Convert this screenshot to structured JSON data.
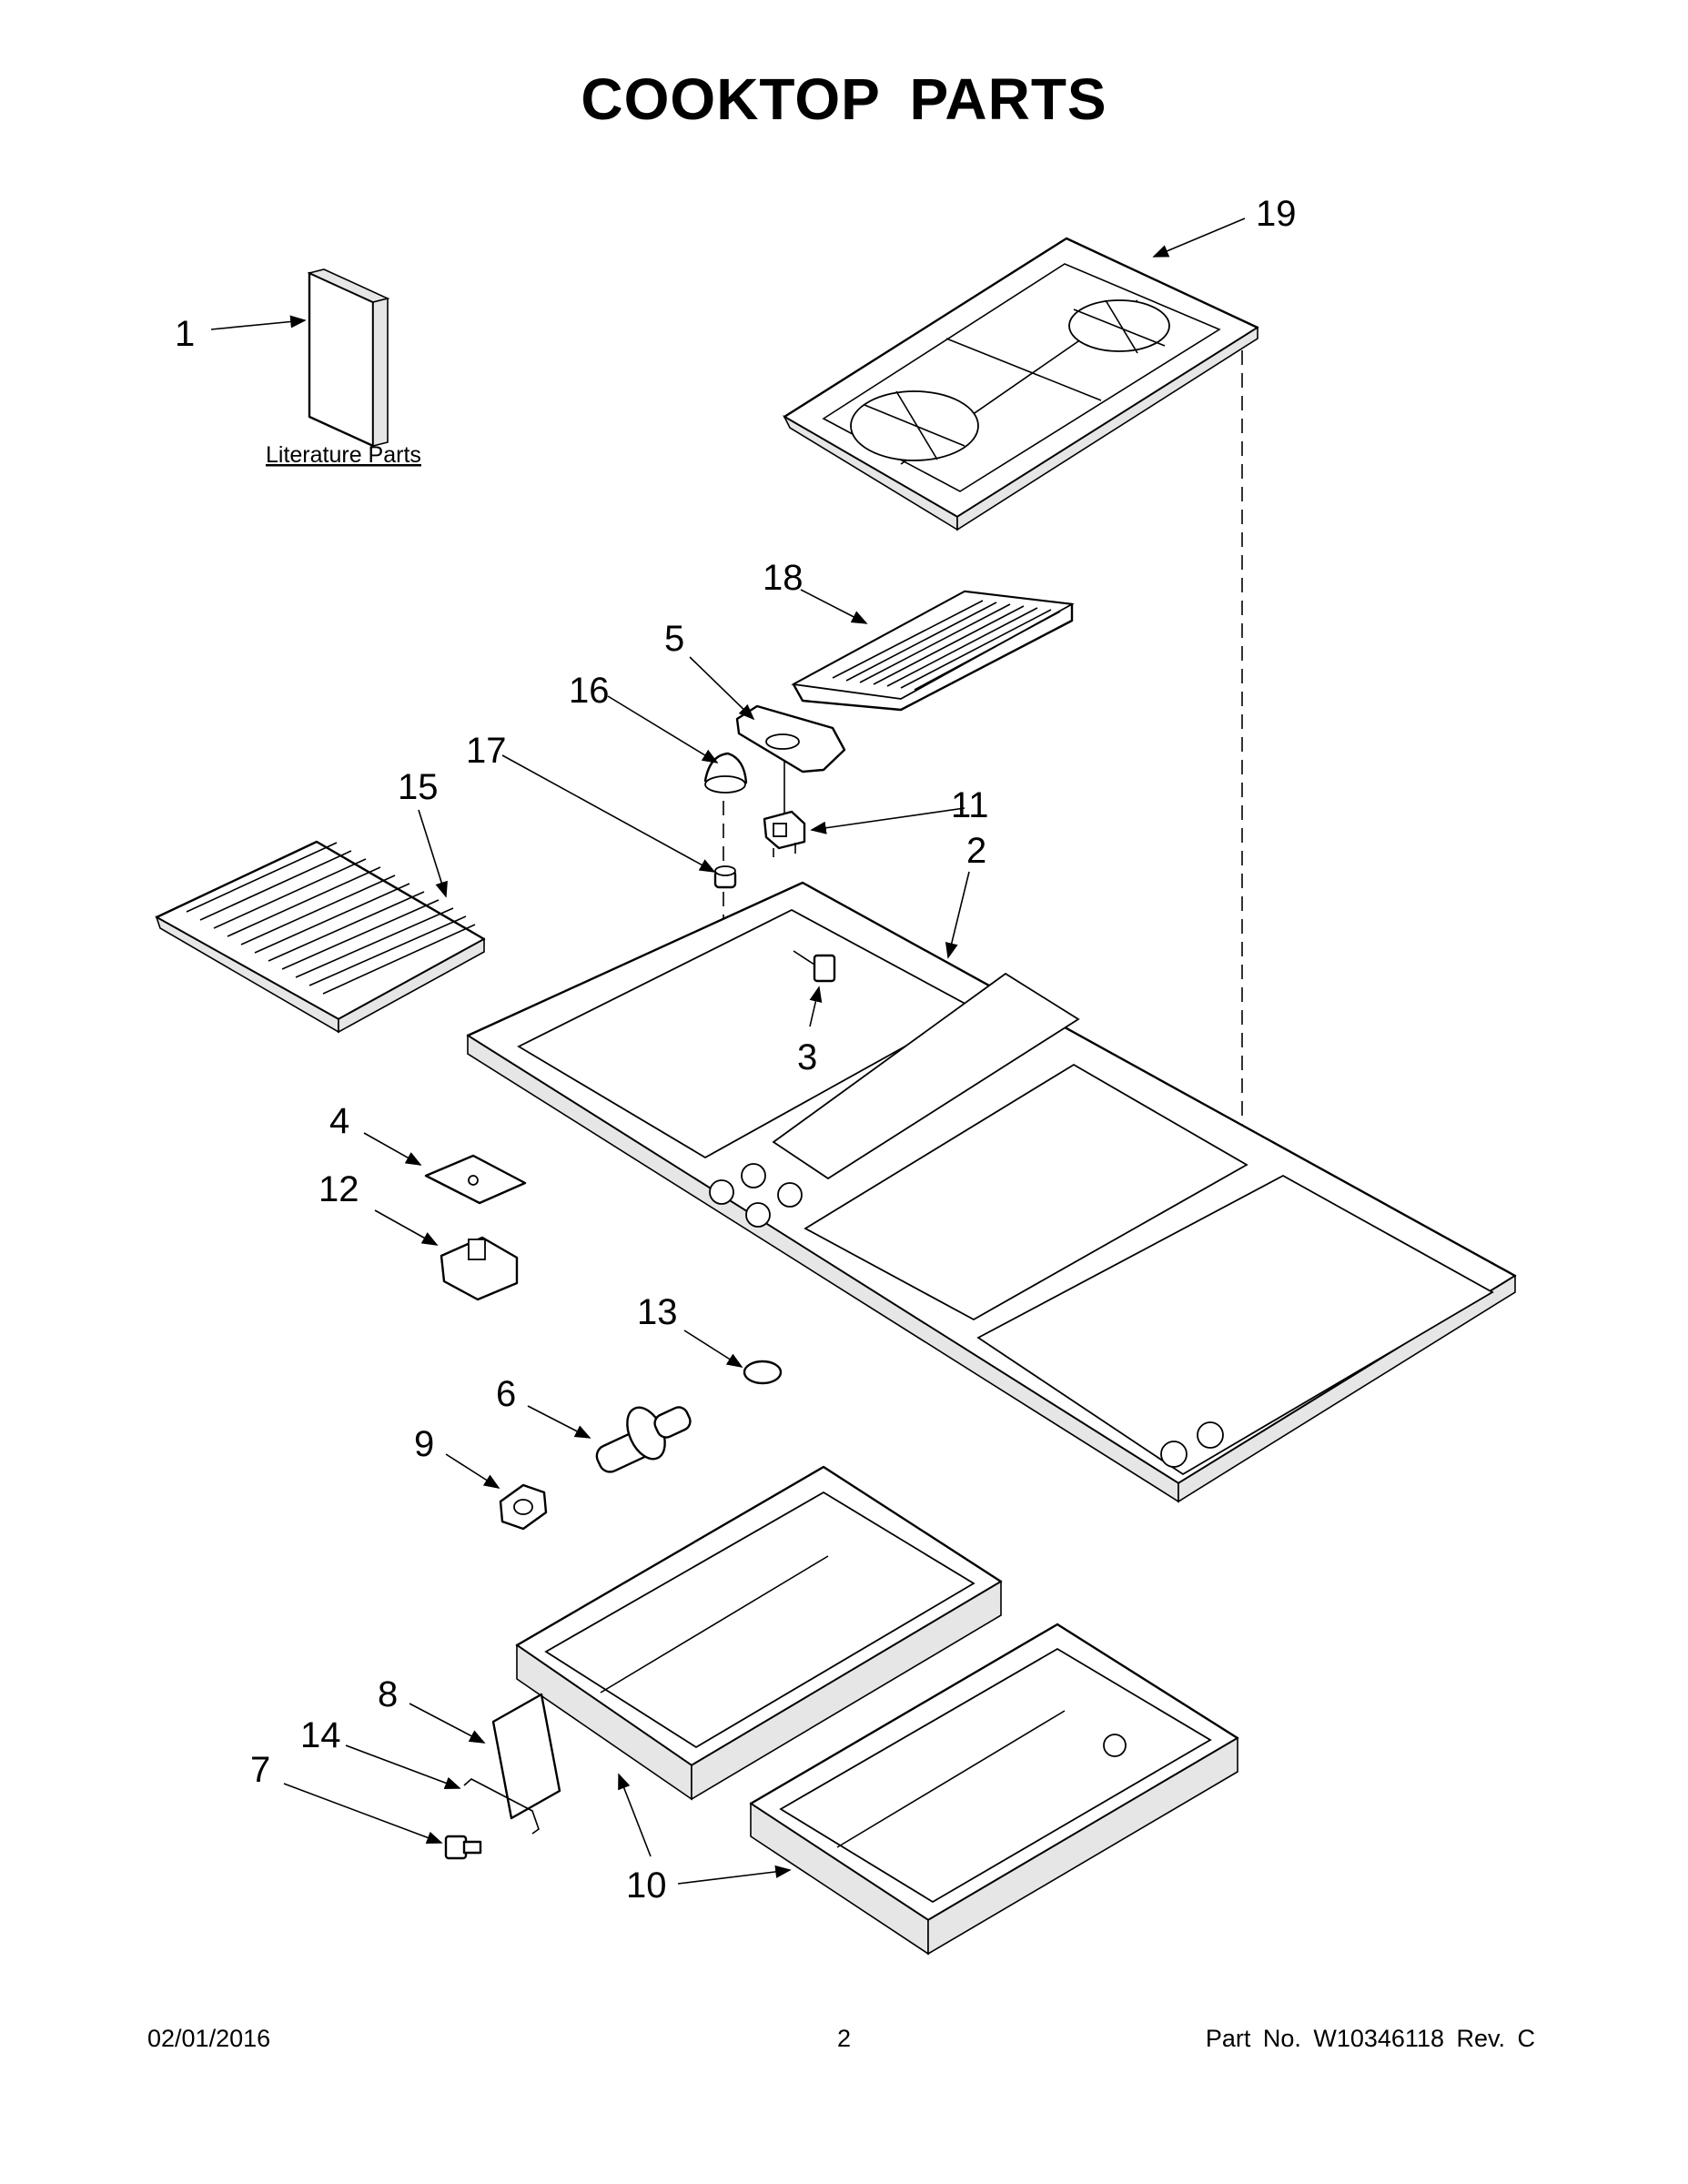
{
  "title": "COOKTOP PARTS",
  "literature_label": "Literature Parts",
  "callouts": {
    "c1": "1",
    "c2": "2",
    "c3": "3",
    "c4": "4",
    "c5": "5",
    "c6": "6",
    "c7": "7",
    "c8": "8",
    "c9": "9",
    "c10a": "10",
    "c11": "11",
    "c12": "12",
    "c13": "13",
    "c14": "14",
    "c15": "15",
    "c16": "16",
    "c17": "17",
    "c18": "18",
    "c19": "19"
  },
  "footer": {
    "date": "02/01/2016",
    "page": "2",
    "part_number": "Part No.  W10346118  Rev.  C"
  }
}
